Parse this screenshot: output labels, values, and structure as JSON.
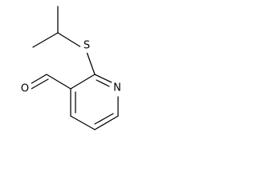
{
  "molecule": {
    "atoms": {
      "sulfur": "S",
      "oxygen": "O",
      "nitrogen": "N"
    }
  }
}
